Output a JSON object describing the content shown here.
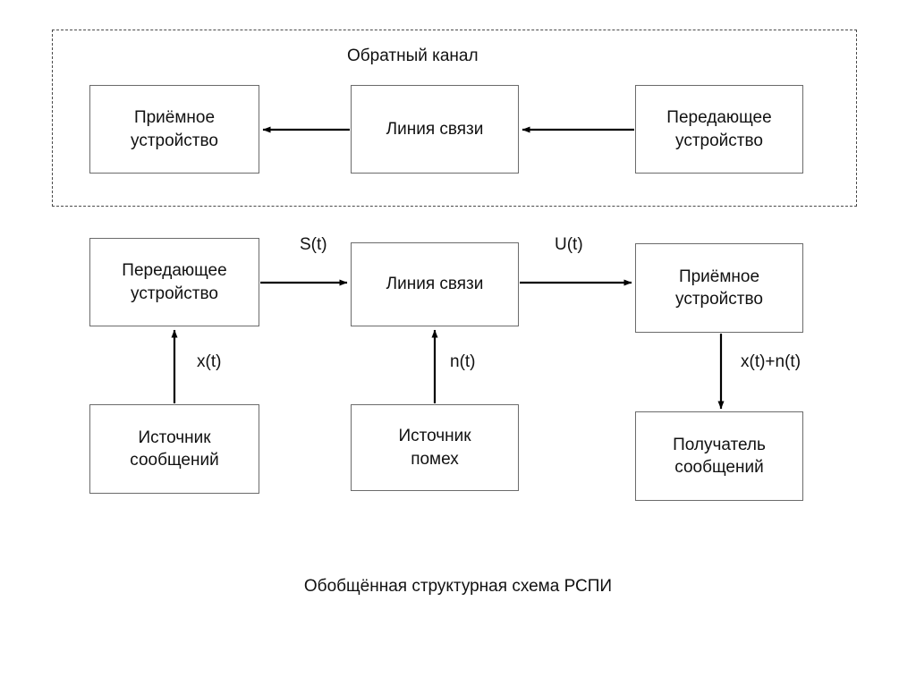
{
  "diagram": {
    "caption": "Обобщённая структурная схема РСПИ",
    "feedback_region": {
      "title": "Обратный канал",
      "nodes": [
        {
          "id": "fb-receiver",
          "label": "Приёмное\nустройство"
        },
        {
          "id": "fb-channel",
          "label": "Линия связи"
        },
        {
          "id": "fb-transmitter",
          "label": "Передающее\nустройство"
        }
      ],
      "edges": [
        {
          "from": "fb-transmitter",
          "to": "fb-channel",
          "label": ""
        },
        {
          "from": "fb-channel",
          "to": "fb-receiver",
          "label": ""
        }
      ]
    },
    "forward_chain": {
      "nodes": [
        {
          "id": "transmitter",
          "label": "Передающее\nустройство"
        },
        {
          "id": "channel",
          "label": "Линия связи"
        },
        {
          "id": "receiver",
          "label": "Приёмное\nустройство"
        },
        {
          "id": "message-source",
          "label": "Источник\nсообщений"
        },
        {
          "id": "noise-source",
          "label": "Источник\nпомех"
        },
        {
          "id": "message-sink",
          "label": "Получатель\nсообщений"
        }
      ],
      "edges": [
        {
          "from": "transmitter",
          "to": "channel",
          "label": "S(t)"
        },
        {
          "from": "channel",
          "to": "receiver",
          "label": "U(t)"
        },
        {
          "from": "message-source",
          "to": "transmitter",
          "label": "x(t)"
        },
        {
          "from": "noise-source",
          "to": "channel",
          "label": "n(t)"
        },
        {
          "from": "receiver",
          "to": "message-sink",
          "label": "x(t)+n(t)"
        }
      ]
    }
  },
  "colors": {
    "background": "#ffffff",
    "box_border": "#6b6b6b",
    "dashed_border": "#4a4a4a",
    "text": "#111111",
    "arrow": "#000000"
  }
}
